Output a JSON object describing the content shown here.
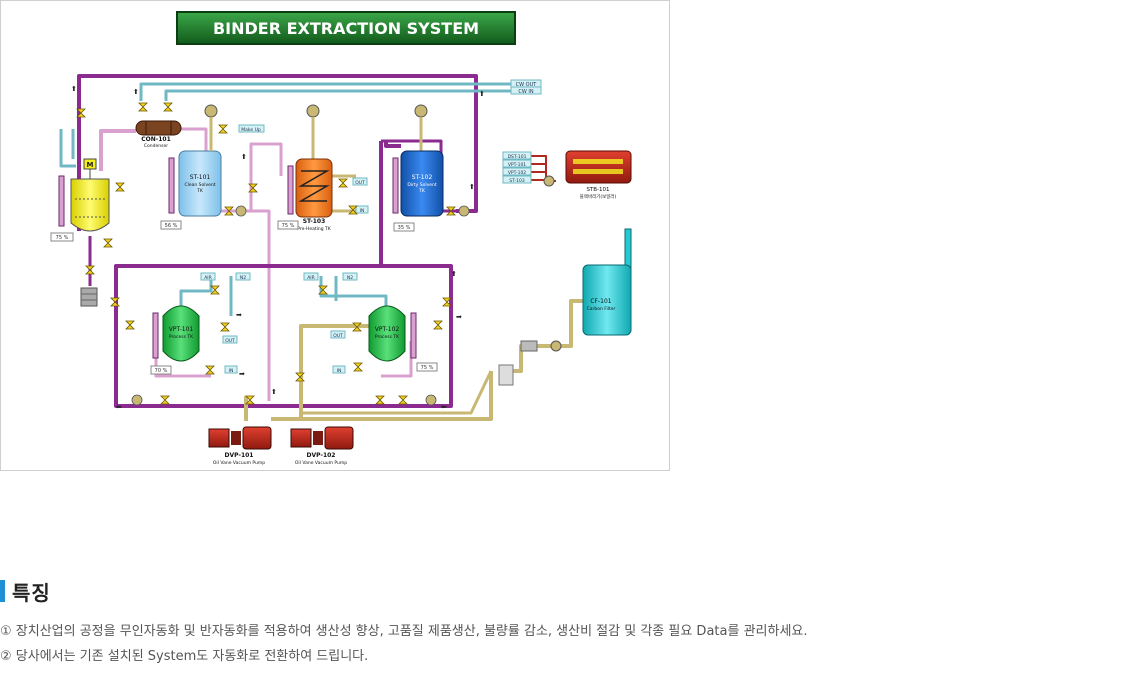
{
  "diagram": {
    "title": "BINDER EXTRACTION SYSTEM",
    "cw_out": "CW OUT",
    "cw_in": "CW IN",
    "make_up": "Make Up",
    "air": "AIR",
    "n2": "N2",
    "m_label": "M",
    "in_label": "IN",
    "out_label": "OUT",
    "units": {
      "con101": {
        "id": "CON-101",
        "name": "Condenser"
      },
      "st101": {
        "id": "ST-101",
        "name": "Clean Solvent",
        "name2": "TK",
        "level": "56 %"
      },
      "st103": {
        "id": "ST-103",
        "name": "Pre-Heating TK",
        "level": "75 %"
      },
      "st102": {
        "id": "ST-102",
        "name": "Dirty Solvent",
        "name2": "TK",
        "level": "35 %"
      },
      "stb101": {
        "id": "STB-101",
        "name": "블랙바리기(보일러)"
      },
      "reactor": {
        "level": "75 %"
      },
      "vpt101": {
        "id": "VPT-101",
        "name": "Process TK",
        "level": "70 %"
      },
      "vpt102": {
        "id": "VPT-102",
        "name": "Process TK",
        "level": "75 %"
      },
      "cf101": {
        "id": "CF-101",
        "name": "Carbon Filter"
      },
      "dvp101": {
        "id": "DVP-101",
        "name": "Oil Vane Vacuum Pump"
      },
      "dvp102": {
        "id": "DVP-102",
        "name": "Oil Vane Vacuum Pump"
      }
    },
    "boiler_feeds": [
      "DST-101",
      "VPT-101",
      "VPT-102",
      "ST-103"
    ]
  },
  "section": {
    "title": "특징"
  },
  "description": {
    "line1": "① 장치산업의 공정을 무인자동화 및 반자동화를 적용하여 생산성 향상, 고품질 제품생산, 불량률 감소, 생산비 절감 및 각종 필요 Data를 관리하세요.",
    "line2": "② 당사에서는 기존 설치된 System도 자동화로 전환하여 드립니다."
  },
  "colors": {
    "title_bg": "#1f7a2a",
    "pipe_purple": "#8b2a8f",
    "pipe_pink": "#d9a0d0",
    "pipe_khaki": "#c9b873",
    "pipe_teal": "#6fb8c4",
    "tank_blue": "#9fd2f0",
    "tank_orange": "#f07820",
    "tank_darkblue": "#1f6fd0",
    "tank_green": "#22c24a",
    "tank_yellow": "#f5ef20",
    "tank_cyan": "#28c8d0",
    "pump_red": "#b02a20",
    "accent_blue": "#1e90d6"
  }
}
